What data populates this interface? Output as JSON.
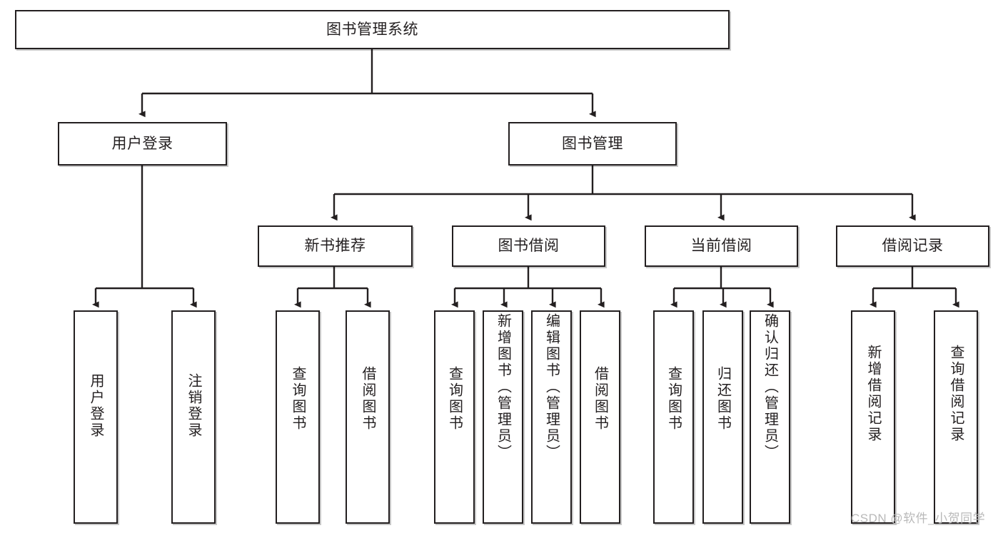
{
  "diagram": {
    "title": "图书管理系统",
    "type": "hierarchy-tree",
    "watermark": "CSDN @软件_小贺同学",
    "colors": {
      "stroke": "#231f20",
      "fill": "#ffffff",
      "watermark": "#b9b9b9"
    },
    "nodes": {
      "root": {
        "label": "图书管理系统"
      },
      "level2": [
        {
          "label": "用户登录"
        },
        {
          "label": "图书管理"
        }
      ],
      "level3": [
        {
          "label": "新书推荐"
        },
        {
          "label": "图书借阅"
        },
        {
          "label": "当前借阅"
        },
        {
          "label": "借阅记录"
        }
      ],
      "leaves": {
        "user_login": [
          {
            "label": "用户登录"
          },
          {
            "label": "注销登录"
          }
        ],
        "new_book_recommend": [
          {
            "label": "查询图书"
          },
          {
            "label": "借阅图书"
          }
        ],
        "book_borrow": [
          {
            "label": "查询图书"
          },
          {
            "label": "新增图书（管理员）"
          },
          {
            "label": "编辑图书（管理员）"
          },
          {
            "label": "借阅图书"
          }
        ],
        "current_borrow": [
          {
            "label": "查询图书"
          },
          {
            "label": "归还图书"
          },
          {
            "label": "确认归还（管理员）"
          }
        ],
        "borrow_record": [
          {
            "label": "新增借阅记录"
          },
          {
            "label": "查询借阅记录"
          }
        ]
      }
    }
  }
}
